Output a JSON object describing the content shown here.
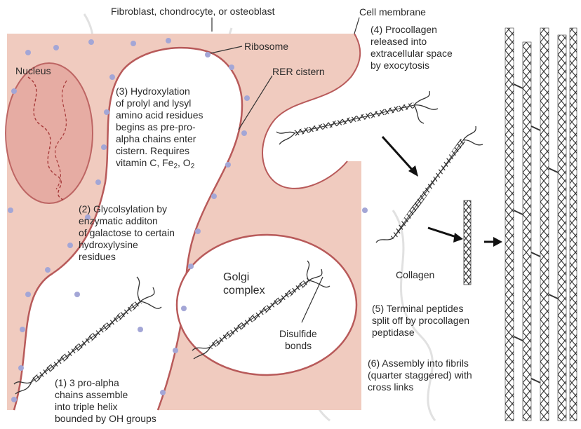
{
  "labels": {
    "cell_type": "Fibroblast, chondrocyte, or osteoblast",
    "cell_membrane": "Cell membrane",
    "ribosome": "Ribosome",
    "rer_cistern": "RER cistern",
    "nucleus": "Nucleus",
    "golgi_line1": "Golgi",
    "golgi_line2": "complex",
    "disulfide_line1": "Disulfide",
    "disulfide_line2": "bonds",
    "collagen": "Collagen"
  },
  "steps": {
    "step1": [
      "(1) 3 pro-alpha",
      "chains assemble",
      "into triple helix",
      "bounded by OH groups"
    ],
    "step2": [
      "(2) Glycolsylation by",
      "enzymatic additon",
      "of galactose to certain",
      "hydroxylysine",
      "residues"
    ],
    "step3": [
      "(3) Hydroxylation",
      "of prolyl and lysyl",
      "amino acid residues",
      "begins as pre-pro-",
      "alpha chains enter",
      "cistern. Requires"
    ],
    "step3_last": {
      "prefix": "vitamin C, Fe",
      "sub1": "2",
      "middle": ", O",
      "sub2": "2"
    },
    "step4": [
      "(4) Procollagen",
      "released into",
      "extracellular space",
      "by exocytosis"
    ],
    "step5": [
      "(5) Terminal peptides",
      "split off by procollagen",
      "peptidase"
    ],
    "step6": [
      "(6) Assembly into fibrils",
      "(quarter staggered) with",
      "cross links"
    ]
  },
  "colors": {
    "cytoplasm": "#f0cbbf",
    "membrane": "#b85a5a",
    "ribosome": "#a3a6d6",
    "nucleus": "#e6a9a0",
    "helix": "#3a3a3a"
  }
}
